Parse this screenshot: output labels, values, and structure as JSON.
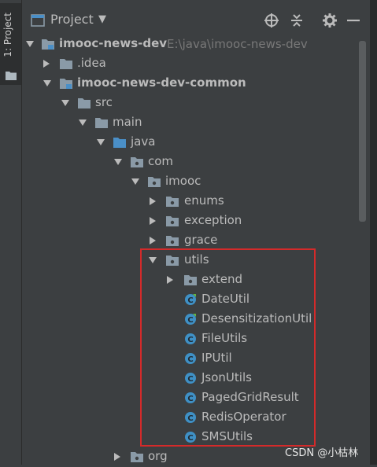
{
  "sidebar": {
    "tab_label": "1: Project"
  },
  "header": {
    "title": "Project"
  },
  "colors": {
    "background": "#3c3f41",
    "text": "#bbbbbb",
    "folder": "#8a9aa7",
    "source_folder": "#4a8fc7",
    "class_icon": "#3f90c5",
    "highlight_border": "#d42a2a"
  },
  "tree": {
    "root": {
      "label": "imooc-news-dev",
      "path": "E:\\java\\imooc-news-dev"
    },
    "idea": {
      "label": ".idea"
    },
    "module": {
      "label": "imooc-news-dev-common"
    },
    "src": {
      "label": "src"
    },
    "main": {
      "label": "main"
    },
    "java": {
      "label": "java"
    },
    "com": {
      "label": "com"
    },
    "imooc": {
      "label": "imooc"
    },
    "enums": {
      "label": "enums"
    },
    "exception": {
      "label": "exception"
    },
    "grace": {
      "label": "grace"
    },
    "utils": {
      "label": "utils"
    },
    "extend": {
      "label": "extend"
    },
    "classes": [
      {
        "label": "DateUtil",
        "icon": "class-icon"
      },
      {
        "label": "DesensitizationUtil",
        "icon": "class-icon"
      },
      {
        "label": "FileUtils",
        "icon": "class-icon"
      },
      {
        "label": "IPUtil",
        "icon": "class-icon"
      },
      {
        "label": "JsonUtils",
        "icon": "class-icon"
      },
      {
        "label": "PagedGridResult",
        "icon": "class-icon"
      },
      {
        "label": "RedisOperator",
        "icon": "class-icon"
      },
      {
        "label": "SMSUtils",
        "icon": "class-icon"
      }
    ],
    "org": {
      "label": "org"
    }
  },
  "watermark": "CSDN @小枯林"
}
